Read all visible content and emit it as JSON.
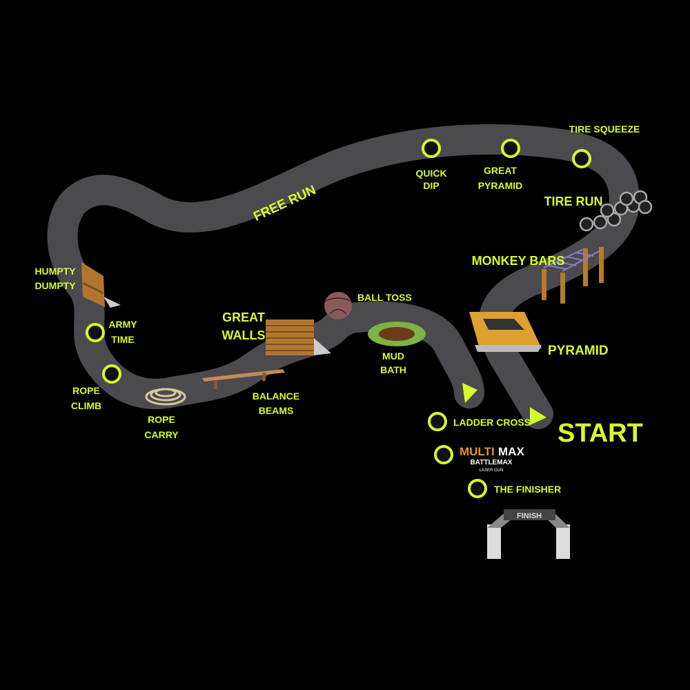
{
  "labels": {
    "free_run": "FREE RUN",
    "quick_dip_1": "QUICK",
    "quick_dip_2": "DIP",
    "great_pyramid_1": "GREAT",
    "great_pyramid_2": "PYRAMID",
    "tire_squeeze": "TIRE SQUEEZE",
    "tire_run": "TIRE RUN",
    "monkey_bars": "MONKEY BARS",
    "pyramid": "PYRAMID",
    "humpty_1": "HUMPTY",
    "humpty_2": "DUMPTY",
    "army_1": "ARMY",
    "army_2": "TIME",
    "rope_climb_1": "ROPE",
    "rope_climb_2": "CLIMB",
    "rope_carry_1": "ROPE",
    "rope_carry_2": "CARRY",
    "balance_1": "BALANCE",
    "balance_2": "BEAMS",
    "great_walls_1": "GREAT",
    "great_walls_2": "WALLS",
    "ball_toss": "BALL TOSS",
    "mud_1": "MUD",
    "mud_2": "BATH",
    "start": "START",
    "ladder_cross": "LADDER CROSS",
    "the_finisher": "THE FINISHER"
  },
  "logo": {
    "multi": "MULTI",
    "max": "MAX",
    "battlemax": "BATTLEMAX",
    "laser_gun": "LASER GUN"
  },
  "finish_arch": "FINISH",
  "colors": {
    "track": "#4a4a4f",
    "accent": "#d4ff2a",
    "background": "#000000"
  }
}
